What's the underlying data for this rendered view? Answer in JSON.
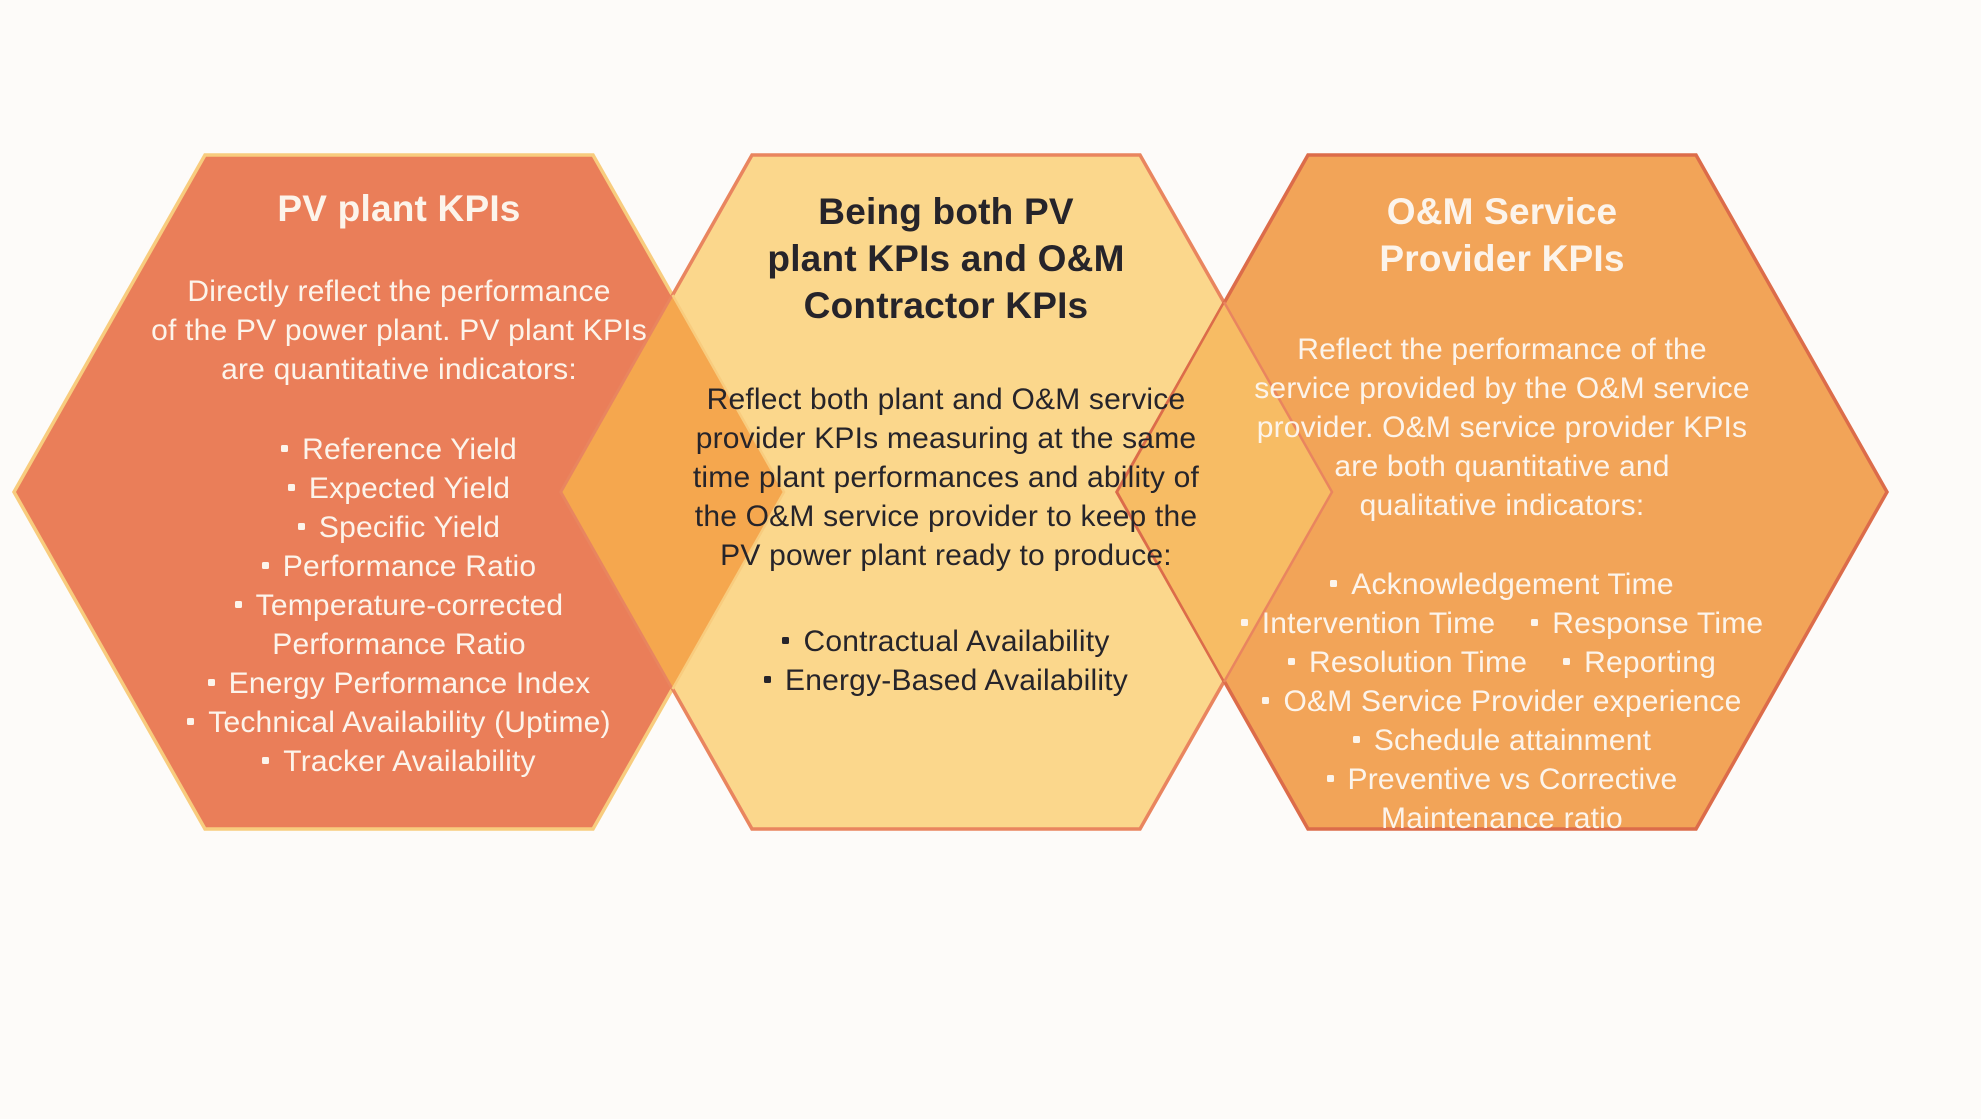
{
  "background_color": "#FDFBF9",
  "hexagons": [
    {
      "id": "pv-plant-kpis",
      "fill": "#EA7E59",
      "border": "#F8CC7E",
      "text_color": "#FCF4EB",
      "title_lines": [
        "PV plant KPIs"
      ],
      "body_lines": [
        "Directly reflect the performance",
        "of the PV power plant. PV plant KPIs",
        "are quantitative indicators:"
      ],
      "bullets": [
        {
          "items": [
            "Reference Yield"
          ]
        },
        {
          "items": [
            "Expected Yield"
          ]
        },
        {
          "items": [
            "Specific Yield"
          ]
        },
        {
          "items": [
            "Performance Ratio"
          ]
        },
        {
          "items": [
            "Temperature-corrected"
          ]
        },
        {
          "plain": "Performance Ratio"
        },
        {
          "items": [
            "Energy Performance Index"
          ]
        },
        {
          "items": [
            "Technical Availability (Uptime)"
          ]
        },
        {
          "items": [
            "Tracker Availability"
          ]
        }
      ]
    },
    {
      "id": "both-pv-and-om-contractor-kpis",
      "fill": "#FBD78C",
      "border": "#E9855F",
      "text_color": "#26242A",
      "title_lines": [
        "Being both PV",
        "plant KPIs and O&M",
        "Contractor KPIs"
      ],
      "body_lines": [
        "Reflect both plant and O&M service",
        "provider KPIs measuring at the same",
        "time plant performances and ability of",
        "the O&M service provider to keep the",
        "PV power plant ready to produce:"
      ],
      "bullets": [
        {
          "items": [
            "Contractual Availability"
          ]
        },
        {
          "items": [
            "Energy-Based Availability"
          ]
        }
      ]
    },
    {
      "id": "om-service-provider-kpis",
      "fill": "#F2A458",
      "border": "#DC6C4A",
      "text_color": "#FCF4EB",
      "title_lines": [
        "O&M Service",
        "Provider KPIs"
      ],
      "body_lines": [
        "Reflect the performance of the",
        "service provided by the O&M service",
        "provider. O&M service provider KPIs",
        "are both quantitative and",
        "qualitative indicators:"
      ],
      "bullets": [
        {
          "items": [
            "Acknowledgement Time"
          ]
        },
        {
          "items": [
            "Intervention Time",
            "Response Time"
          ]
        },
        {
          "items": [
            "Resolution Time",
            "Reporting"
          ]
        },
        {
          "items": [
            "O&M Service Provider experience"
          ]
        },
        {
          "items": [
            "Schedule attainment"
          ]
        },
        {
          "items": [
            "Preventive vs Corrective"
          ]
        },
        {
          "plain": "Maintenance ratio"
        }
      ]
    }
  ],
  "overlaps": [
    {
      "id": "pv-plant-and-both",
      "fill": "#F5A74E"
    },
    {
      "id": "both-and-om-provider",
      "fill": "#F7BC64"
    }
  ]
}
